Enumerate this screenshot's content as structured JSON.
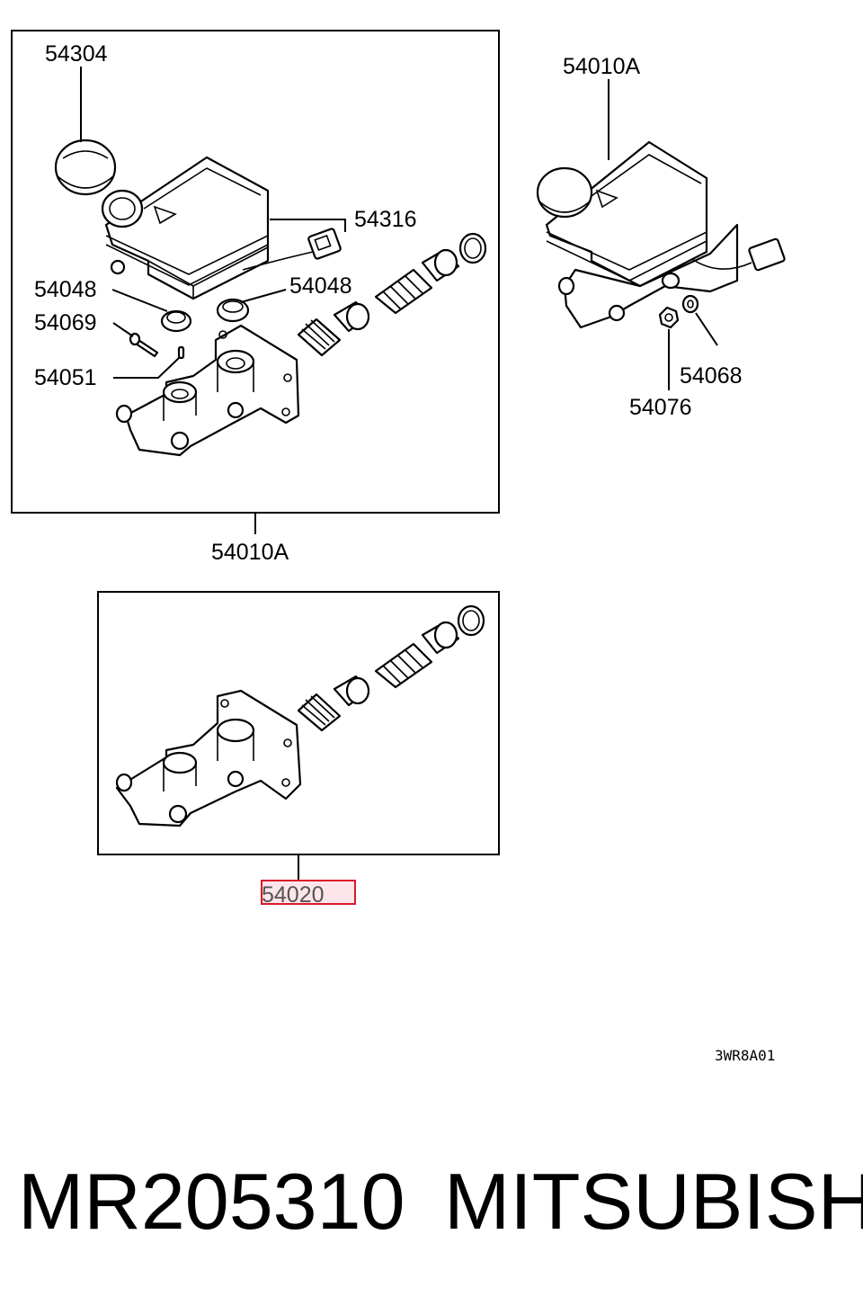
{
  "labels": {
    "top_cap": "54304",
    "reservoir_sensor": "54316",
    "grommet_left": "54048",
    "grommet_right": "54048",
    "screw": "54069",
    "pin": "54051",
    "assembly_left": "54010A",
    "assembly_right": "54010A",
    "washer": "54068",
    "nut": "54076",
    "kit": "54020"
  },
  "drawing_code": "3WR8A01",
  "part_number": "MR205310",
  "brand": "MITSUBISHI",
  "highlight_color": "#d91a2a"
}
